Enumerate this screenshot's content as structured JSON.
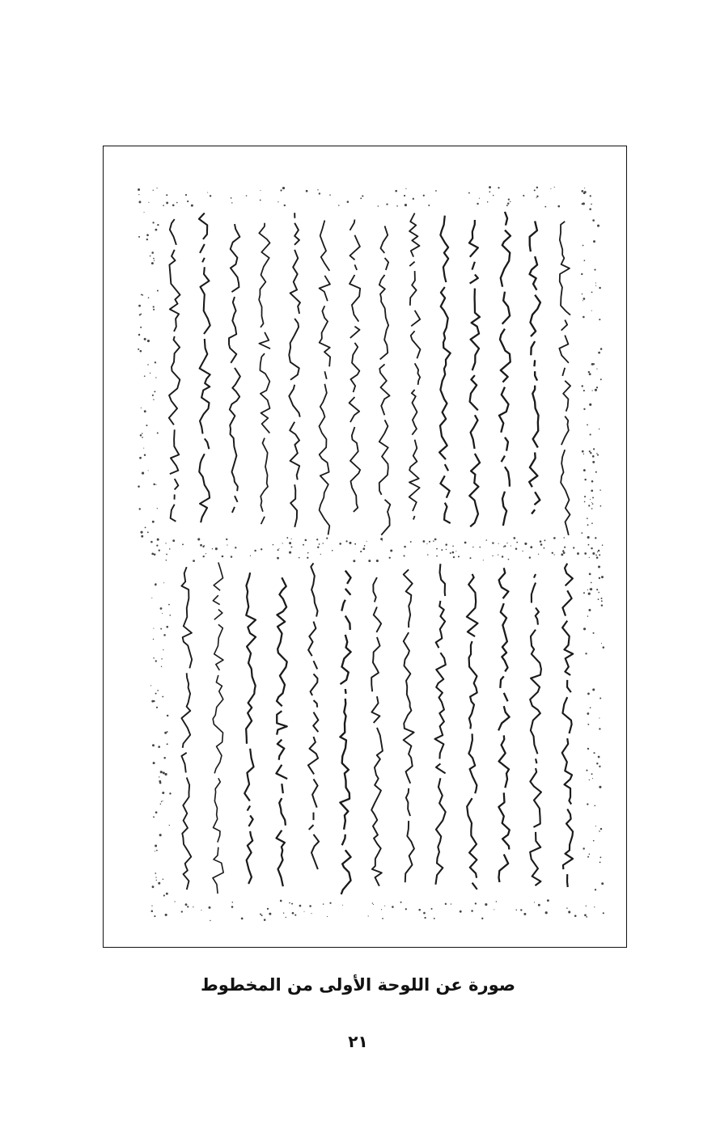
{
  "figure": {
    "caption": "صورة عن اللوحة الأولى من المخطوط",
    "image": "manuscript-plate-scan"
  },
  "page": {
    "number": "٢١"
  }
}
